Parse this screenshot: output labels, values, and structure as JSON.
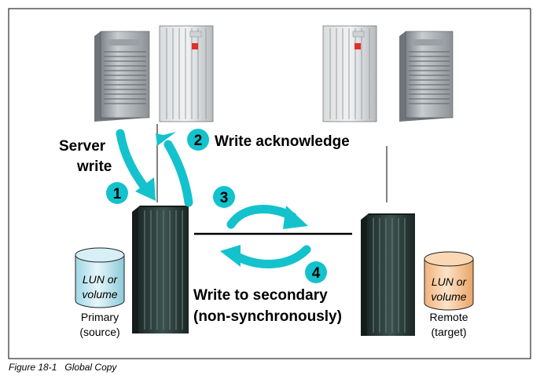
{
  "labels": {
    "server_write": [
      "Server",
      "write"
    ],
    "write_acknowledge": "Write acknowledge",
    "write_to_secondary": [
      "Write to secondary",
      "(non-synchronously)"
    ]
  },
  "steps": [
    "1",
    "2",
    "3",
    "4"
  ],
  "volumes": {
    "primary": [
      "LUN or",
      "volume"
    ],
    "remote": [
      "LUN or",
      "volume"
    ]
  },
  "storage": {
    "primary": [
      "Primary",
      "(source)"
    ],
    "remote": [
      "Remote",
      "(target)"
    ]
  },
  "caption": {
    "figure": "Figure 18-1",
    "title": "Global Copy"
  },
  "colors": {
    "arrow": "#13c2cc",
    "step_circle": "#13c2cc",
    "primary_volume": "#bfe7f0",
    "remote_volume": "#f7c99a",
    "storage_unit": "#2c3e3c"
  }
}
